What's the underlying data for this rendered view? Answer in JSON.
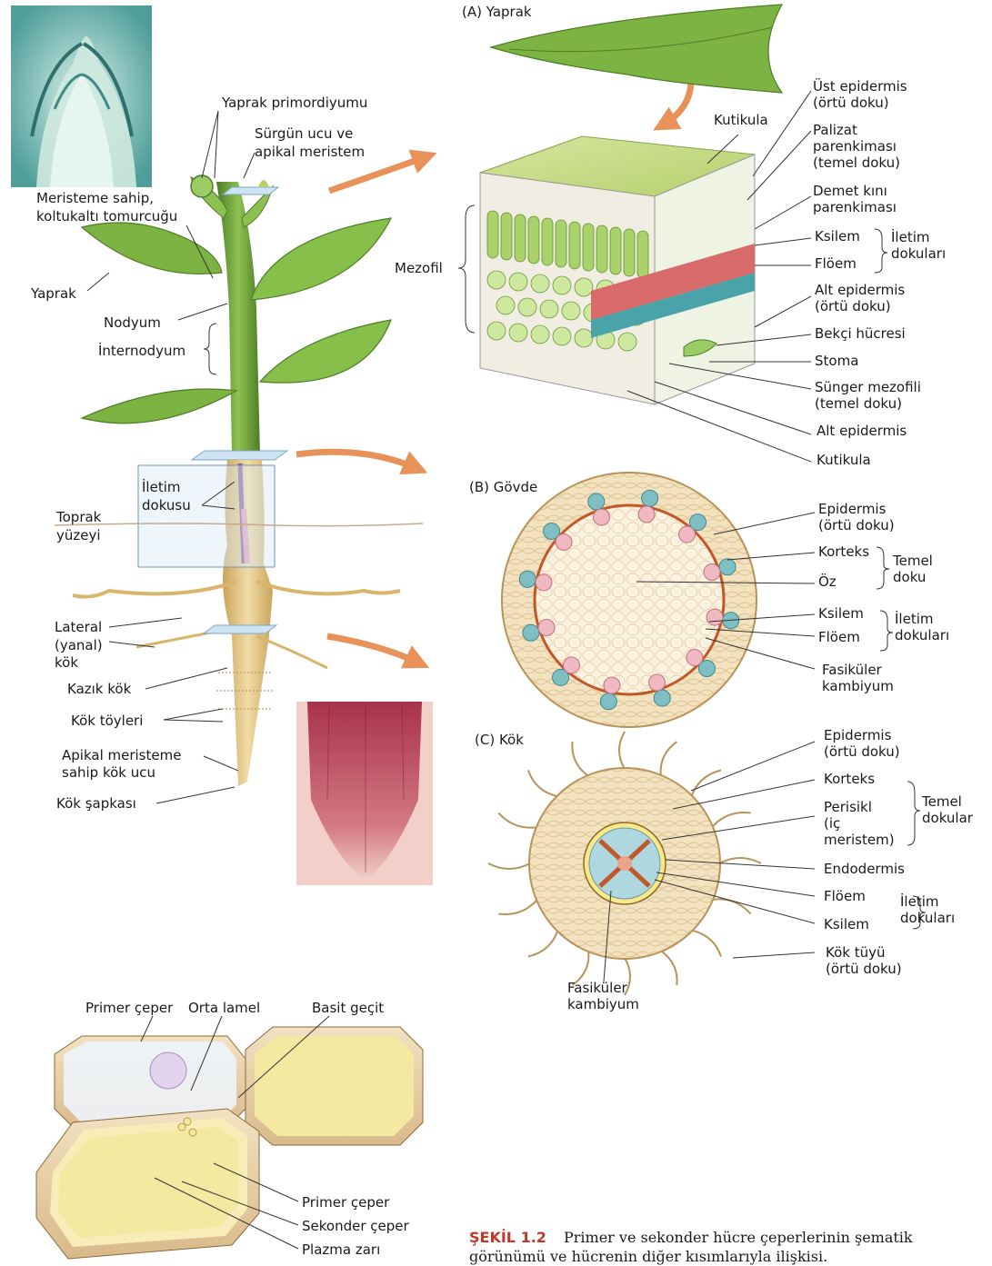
{
  "sections": {
    "leaf": "(A)  Yaprak",
    "stem": "(B)  Gövde",
    "root": "(C)  Kök"
  },
  "plant_labels": {
    "leaf_primordium": "Yaprak primordiyumu",
    "shoot_tip_1": "Sürgün ucu ve",
    "shoot_tip_2": "apikal meristem",
    "axillary_1": "Meristeme sahip,",
    "axillary_2": "koltukaltı tomurcuğu",
    "leaf": "Yaprak",
    "node": "Nodyum",
    "internode": "İnternodyum",
    "vascular_1": "İletim",
    "vascular_2": "dokusu",
    "soil_1": "Toprak",
    "soil_2": "yüzeyi",
    "lateral_1": "Lateral",
    "lateral_2": "(yanal)",
    "lateral_3": "kök",
    "taproot": "Kazık kök",
    "root_hairs": "Kök töyleri",
    "root_tip_1": "Apikal meristeme",
    "root_tip_2": "sahip kök ucu",
    "root_cap": "Kök şapkası"
  },
  "leaf_labels": {
    "cuticle_top": "Kutikula",
    "upper_epi_1": "Üst epidermis",
    "upper_epi_2": "(örtü doku)",
    "palisade_1": "Palizat",
    "palisade_2": "parenkiması",
    "palisade_3": "(temel doku)",
    "bundle_1": "Demet kını",
    "bundle_2": "parenkiması",
    "xylem": "Ksilem",
    "phloem": "Flöem",
    "vascular_1": "İletim",
    "vascular_2": "dokuları",
    "lower_epi_1": "Alt epidermis",
    "lower_epi_2": "(örtü doku)",
    "guard": "Bekçi hücresi",
    "stoma": "Stoma",
    "spongy_1": "Sünger mezofili",
    "spongy_2": "(temel doku)",
    "lower_epi": "Alt epidermis",
    "cuticle_bottom": "Kutikula",
    "mesophyll": "Mezofil"
  },
  "stem_labels": {
    "epidermis_1": "Epidermis",
    "epidermis_2": "(örtü doku)",
    "cortex": "Korteks",
    "pith": "Öz",
    "ground_1": "Temel",
    "ground_2": "doku",
    "xylem": "Ksilem",
    "phloem": "Flöem",
    "vascular_1": "İletim",
    "vascular_2": "dokuları",
    "cambium_1": "Fasiküler",
    "cambium_2": "kambiyum"
  },
  "root_labels": {
    "epidermis_1": "Epidermis",
    "epidermis_2": "(örtü doku)",
    "cortex": "Korteks",
    "pericycle_1": "Perisikl",
    "pericycle_2": "(iç",
    "pericycle_3": "meristem)",
    "ground_1": "Temel",
    "ground_2": "dokular",
    "endodermis": "Endodermis",
    "phloem": "Flöem",
    "xylem": "Ksilem",
    "vascular_1": "İletim",
    "vascular_2": "dokuları",
    "root_hair_1": "Kök tüyü",
    "root_hair_2": "(örtü doku)",
    "cambium_1": "Fasiküler",
    "cambium_2": "kambiyum"
  },
  "cell_labels": {
    "primary_wall_top": "Primer çeper",
    "middle_lamella": "Orta lamel",
    "simple_pit": "Basit geçit",
    "primary_wall": "Primer çeper",
    "secondary_wall": "Sekonder çeper",
    "plasma_membrane": "Plazma zarı"
  },
  "caption": {
    "title": "ŞEKİL 1.2",
    "line1": "Primer ve sekonder hücre çeperlerinin şematik",
    "line2": "görünümü ve hücrenin diğer kısımlarıyla ilişkisi."
  },
  "colors": {
    "leaf_green": "#7cb342",
    "leaf_dark": "#4e7d26",
    "stem_tan": "#e8c98a",
    "tissue_cream": "#f3e2bf",
    "vascular_orange": "#c0582a",
    "xylem_red": "#c43a3a",
    "phloem_teal": "#4aa3a8",
    "cell_yellow": "#f3e9a0",
    "arrow_orange": "#e8925a",
    "micrograph_teal": "#5aa7a4",
    "micrograph_red": "#c24a5a"
  }
}
